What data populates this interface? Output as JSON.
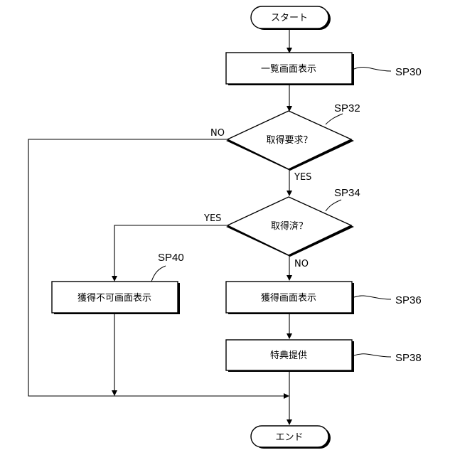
{
  "nodes": {
    "start": "スタート",
    "display_list": "一覧画面表示",
    "acquire_request": "取得要求？",
    "acquired": "取得済？",
    "not_acquirable": "獲得不可画面表示",
    "acquired_screen": "獲得画面表示",
    "privilege": "特典提供",
    "end": "エンド"
  },
  "edge_labels": {
    "sp32_no": "NO",
    "sp32_yes": "YES",
    "sp34_yes": "YES",
    "sp34_no": "NO"
  },
  "refs": {
    "sp30": "SP30",
    "sp32": "SP32",
    "sp34": "SP34",
    "sp36": "SP36",
    "sp38": "SP38",
    "sp40": "SP40"
  }
}
